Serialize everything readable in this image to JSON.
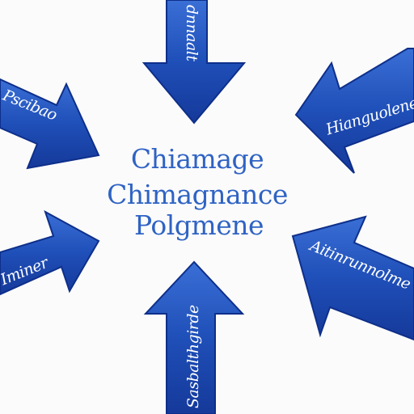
{
  "colors": {
    "arrow": "#1f4fb8",
    "arrow_dark": "#0e2f8a",
    "center_text": "#2f63c4",
    "background": "#fbfbfb"
  },
  "center": {
    "line1": "Chiamage",
    "line2": "Chimagnance",
    "line3": "Polgmene"
  },
  "arrows": {
    "top": "dnnaalt",
    "top_right": "Hianguolene",
    "right": "Aitinrunnolme",
    "bottom": "Sasbalthgirde",
    "left": "Iminer",
    "top_left": "Pscibao"
  }
}
